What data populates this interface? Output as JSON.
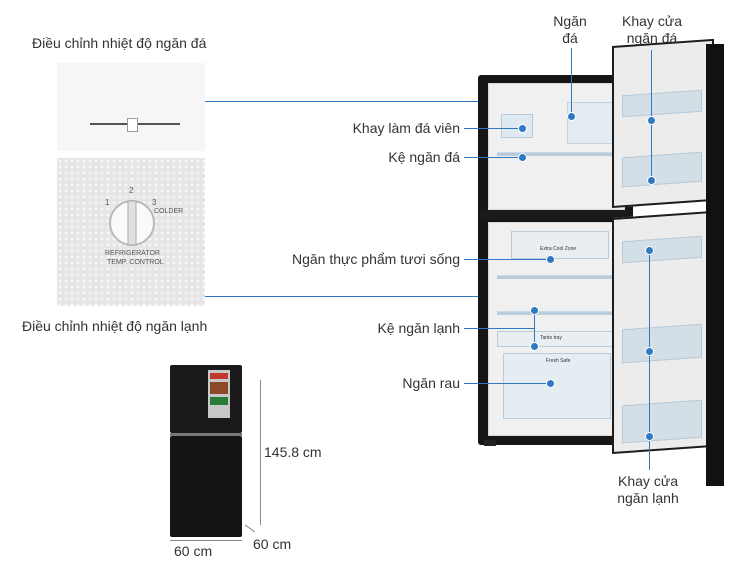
{
  "labels": {
    "freezer_control": "Điều chỉnh nhiệt độ ngăn đá",
    "fridge_control": "Điều chỉnh nhiệt độ ngăn lạnh",
    "freezer_compartment_line1": "Ngăn",
    "freezer_compartment_line2": "đá",
    "freezer_door_tray_line1": "Khay cửa",
    "freezer_door_tray_line2": "ngăn đá",
    "ice_tray": "Khay làm đá viên",
    "freezer_shelf": "Kệ ngăn đá",
    "fresh_food": "Ngăn thực phẩm tươi sống",
    "fridge_shelf": "Kệ ngăn lạnh",
    "vegetable": "Ngăn rau",
    "fridge_door_tray_line1": "Khay cửa",
    "fridge_door_tray_line2": "ngăn lạnh"
  },
  "dial": {
    "n1": "1",
    "n2": "2",
    "n3": "3",
    "colder": "COLDER",
    "line1": "REFRIGERATOR",
    "line2": "TEMP. CONTROL"
  },
  "interior_tags": {
    "extra_cool": "Extra Cool Zone",
    "tanto": "Tanto tray",
    "fresh_safe": "Fresh Safe"
  },
  "dimensions": {
    "height": "145.8 cm",
    "width": "60 cm",
    "depth": "60 cm"
  },
  "colors": {
    "callout": "#2f78c4",
    "fridge_black": "#161616"
  }
}
